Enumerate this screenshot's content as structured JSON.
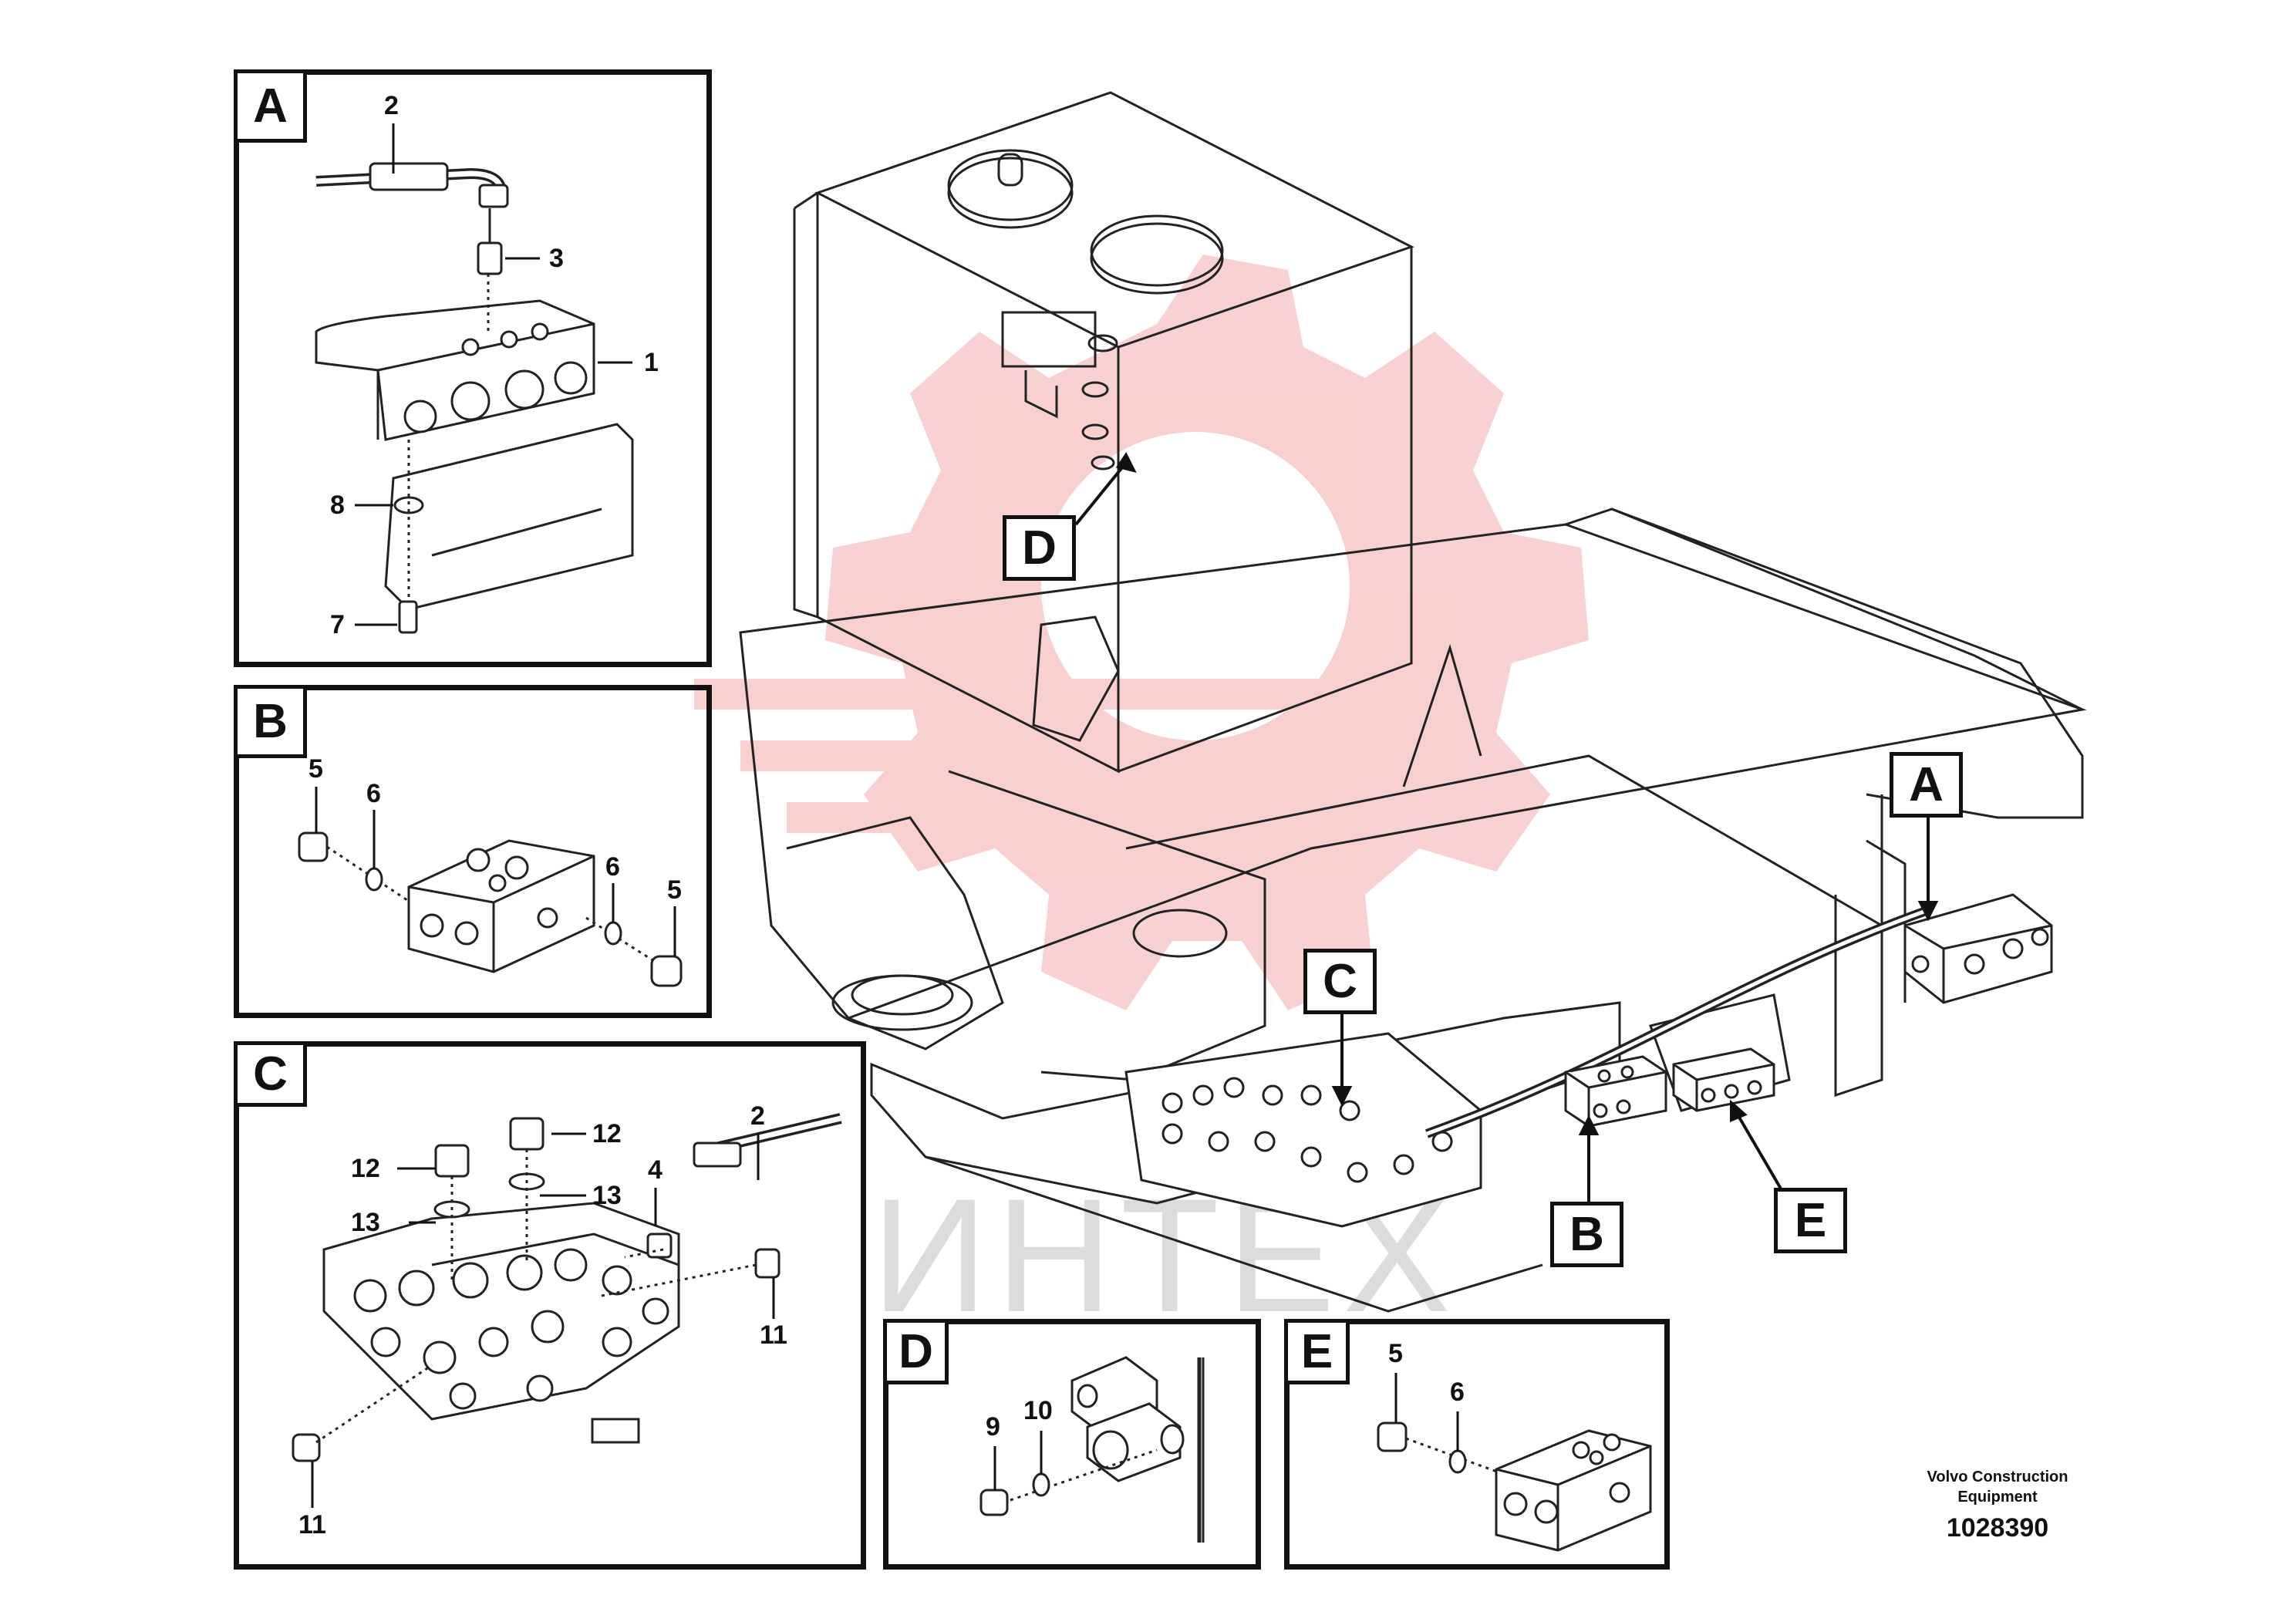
{
  "watermark": {
    "text": "ИНТЕХ",
    "color": "#e8a0a0"
  },
  "detail_boxes": [
    {
      "id": "A",
      "label": "A",
      "parts": [
        "2",
        "3",
        "1",
        "8",
        "7"
      ]
    },
    {
      "id": "B",
      "label": "B",
      "parts": [
        "5",
        "6",
        "6",
        "5"
      ]
    },
    {
      "id": "C",
      "label": "C",
      "parts": [
        "12",
        "12",
        "13",
        "13",
        "4",
        "2",
        "11",
        "11"
      ]
    },
    {
      "id": "D",
      "label": "D",
      "parts": [
        "9",
        "10"
      ]
    },
    {
      "id": "E",
      "label": "E",
      "parts": [
        "5",
        "6"
      ]
    }
  ],
  "callouts": {
    "a": "A",
    "b": "B",
    "c": "C",
    "d": "D",
    "e": "E"
  },
  "footer": {
    "company": "Volvo Construction Equipment",
    "drawing_number": "1028390"
  }
}
